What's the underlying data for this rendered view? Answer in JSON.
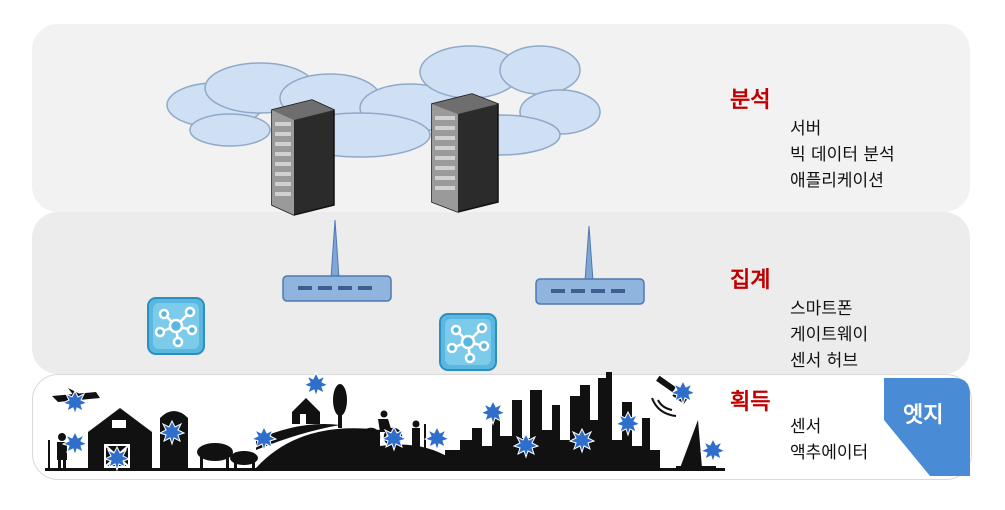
{
  "layers": [
    {
      "title": "분석",
      "items": [
        "서버",
        "빅 데이터 분석",
        "애플리케이션"
      ]
    },
    {
      "title": "집계",
      "items": [
        "스마트폰",
        "게이트웨이",
        "센서 허브"
      ]
    },
    {
      "title": "획득",
      "items": [
        "센서",
        "액추에이터"
      ]
    }
  ],
  "edge_label": "엣지",
  "colors": {
    "title_red": "#c00000",
    "edge_blue": "#4a8bd6",
    "device_blue": "#8fb4de",
    "sensor_blue": "#2f6fcb"
  }
}
